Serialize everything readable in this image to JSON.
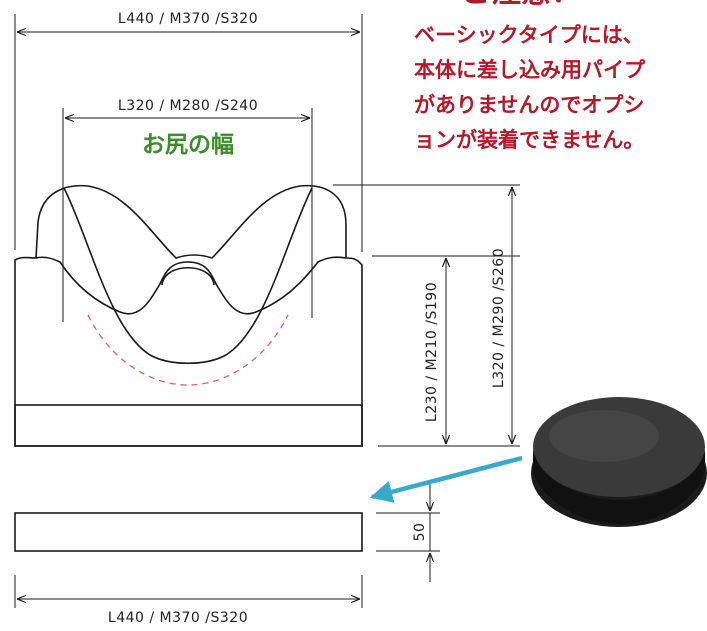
{
  "notice": {
    "heading": "ご注意！",
    "lines": [
      "ベーシックタイプには、",
      "本体に差し込み用パイプ",
      "がありませんのでオプシ",
      "ョンが装着できません。"
    ]
  },
  "labels": {
    "seat_width": "お尻の幅"
  },
  "dimensions": {
    "top_width": "L440 / M370  /S320",
    "seat_width": "L320 / M280  /S240",
    "overall_height": "L320 / M290  /S260",
    "body_height": "L230 / M210  /S190",
    "base_thickness": "50",
    "bottom_width": "L440 / M370  /S320"
  },
  "colors": {
    "notice_text": "#b01a2a",
    "label_green": "#3d8c2a",
    "arrow_teal": "#3aa9c9",
    "dashed_red": "#e06060",
    "line": "#1a1a1a"
  }
}
